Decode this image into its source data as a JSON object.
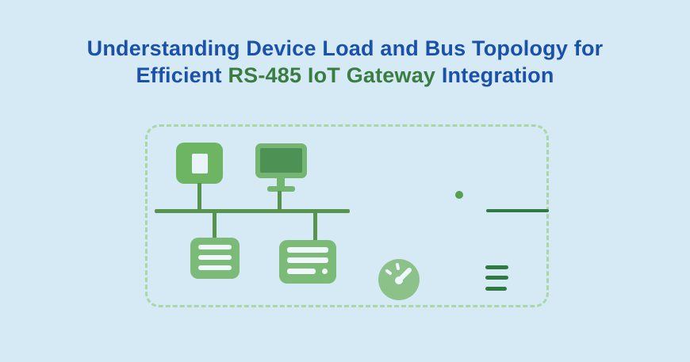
{
  "title": {
    "line1": "Understanding Device Load and Bus Topology for",
    "line2_prefix": "Efficient ",
    "line2_highlight": "RS-485 IoT Gateway",
    "line2_suffix": " Integration"
  },
  "diagram": {
    "description": "Dashed-border illustration of an RS-485 bus topology",
    "icons": [
      {
        "name": "io-module-icon",
        "shape": "rounded-square-with-inner-square"
      },
      {
        "name": "monitor-icon",
        "shape": "screen-with-stand"
      },
      {
        "name": "bus-line",
        "shape": "horizontal-trunk-line-with-drops"
      },
      {
        "name": "server-icon-left",
        "shape": "rounded-square-with-three-bars"
      },
      {
        "name": "server-icon-right",
        "shape": "rounded-square-with-bars-and-led-dot"
      },
      {
        "name": "status-dot-icon",
        "shape": "small-filled-circle"
      },
      {
        "name": "signal-line",
        "shape": "short-horizontal-line"
      },
      {
        "name": "gauge-icon",
        "shape": "speedometer-with-needle-and-ticks"
      },
      {
        "name": "menu-lines-icon",
        "shape": "three-horizontal-bars"
      }
    ]
  },
  "palette": {
    "background": "#d5eaf5",
    "title_blue": "#1b51a8",
    "title_green": "#3a7d42",
    "dashed_border": "#abd7a5",
    "icon_green_medium": "#6db463",
    "icon_green_light": "#7cba78",
    "icon_green_dark": "#2f7a41",
    "monitor_frame": "#73b571",
    "screen_green": "#4d9254",
    "line_green": "#57954f",
    "gauge_green": "#8cc289",
    "detail_white": "#eff8fc"
  }
}
